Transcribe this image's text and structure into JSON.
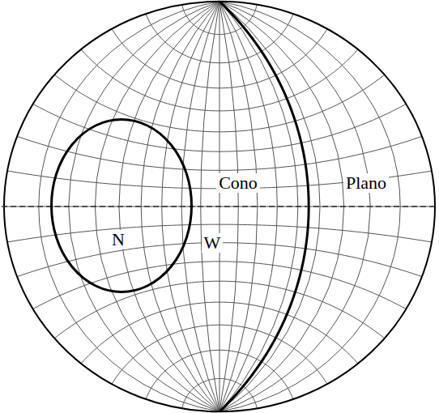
{
  "diagram": {
    "nodes": [
      {
        "text": [
          "N"
        ]
      }
    ],
    "labels": [
      "Cono",
      "Plano",
      "W"
    ]
  }
}
